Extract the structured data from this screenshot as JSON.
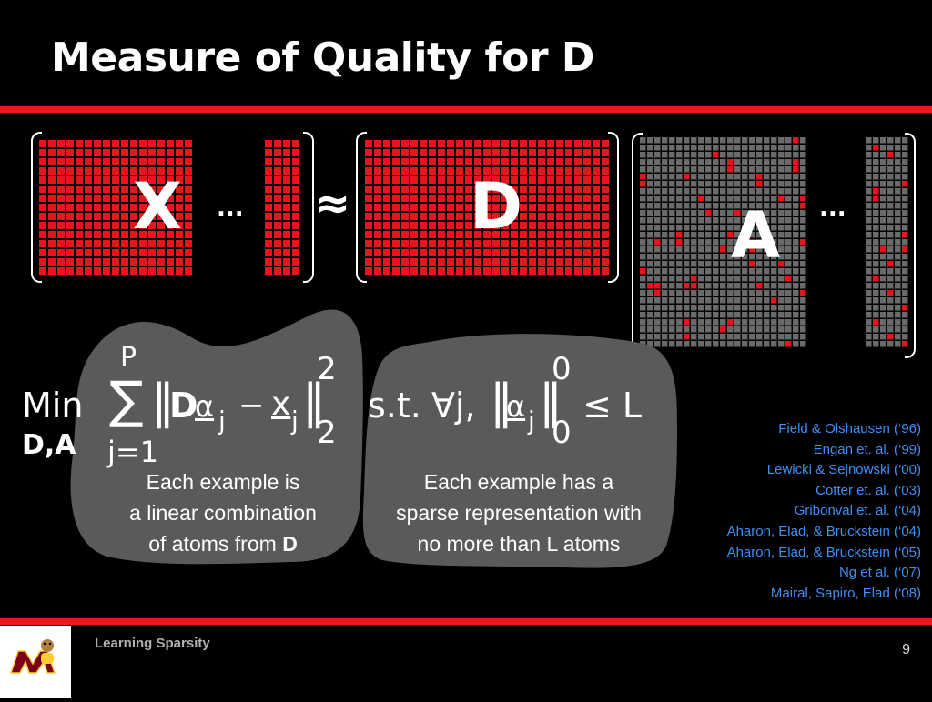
{
  "slide": {
    "title": "Measure of Quality for D",
    "footer_title": "Learning Sparsity",
    "page_number": "9"
  },
  "colors": {
    "background": "#000000",
    "accent_red": "#e41b1b",
    "grid_red": "#e8141c",
    "grid_gray": "#6a6a6a",
    "blob": "#5a5a5a",
    "reference_blue": "#3f8ff5"
  },
  "matrices": {
    "x_label": "X",
    "d_label": "D",
    "a_label": "A",
    "ellipsis": "...",
    "approx": "≈"
  },
  "equation": {
    "min": "Min",
    "min_sub": "D,A",
    "sum_upper": "P",
    "sum_symbol": "∑",
    "sum_lower": "j=1",
    "norm_open": "‖",
    "norm_close": "‖",
    "D": "D",
    "alpha": "α",
    "sub_j": "j",
    "minus": "−",
    "x": "x",
    "sup_2": "2",
    "sub_2": "2",
    "st": "s.t.",
    "forall_j": "∀j,",
    "sup_0": "0",
    "sub_0": "0",
    "leq_L": "≤ L"
  },
  "blobs": {
    "left_line1": "Each example is",
    "left_line2": "a linear combination",
    "left_line3": "of atoms from",
    "left_bold": "D",
    "right_line1": "Each example has a",
    "right_line2": "sparse representation with",
    "right_line3": "no more than L atoms"
  },
  "references": [
    "Field & Olshausen (‘96)",
    "Engan et. al. (‘99)",
    "Lewicki & Sejnowski (‘00)",
    "Cotter et. al. (‘03)",
    "Gribonval et. al. (‘04)",
    "Aharon, Elad, & Bruckstein (‘04)",
    "Aharon, Elad, & Bruckstein (‘05)",
    "Ng et al. (‘07)",
    "Mairal, Sapiro, Elad  (‘08)"
  ]
}
